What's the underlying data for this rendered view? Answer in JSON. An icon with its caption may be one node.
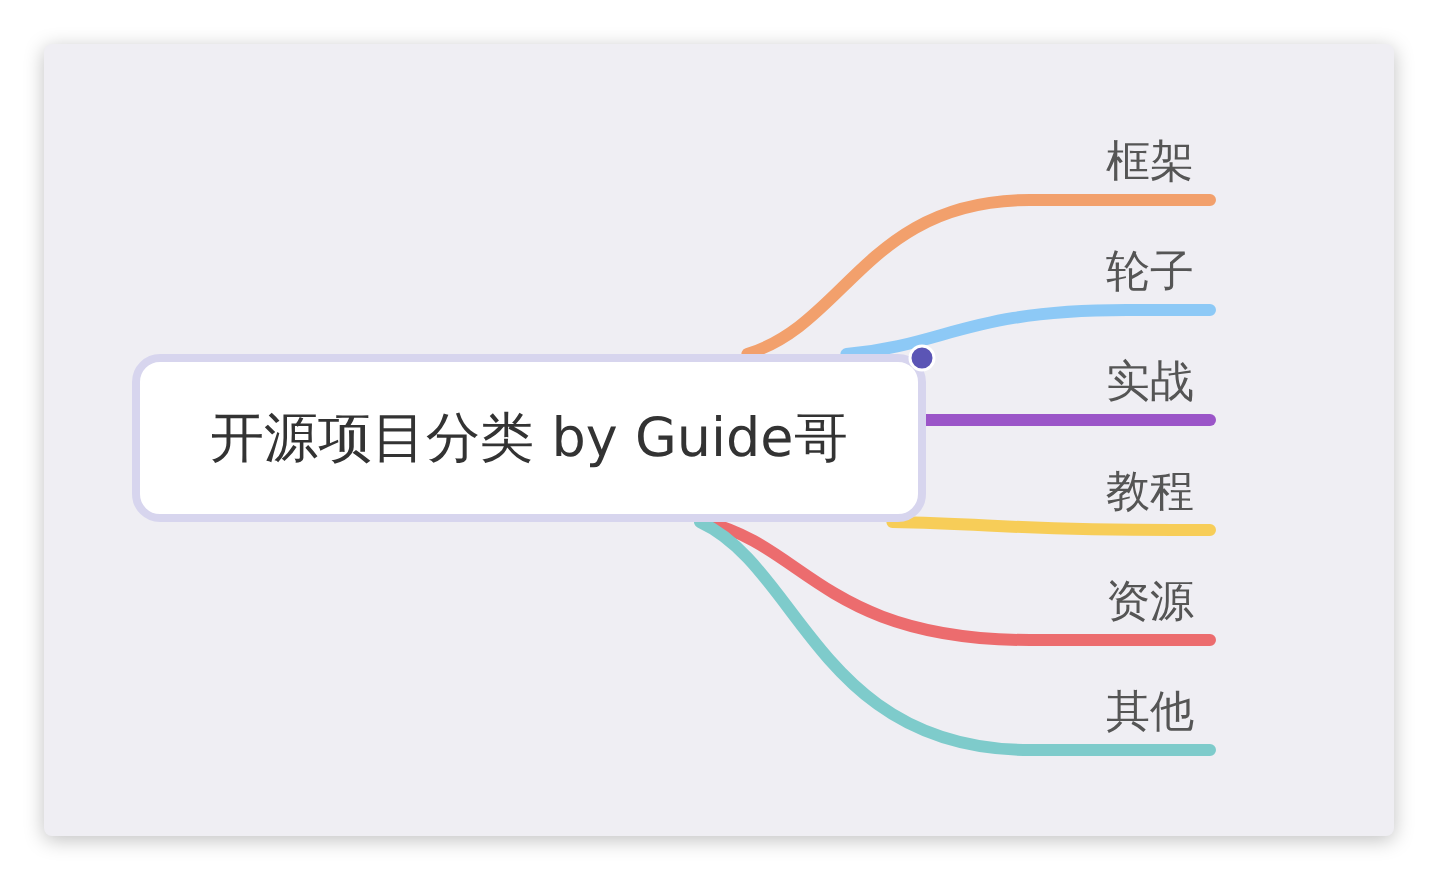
{
  "diagram": {
    "nodes": [
      {
        "text": [
          "开源项目分类 by Guide哥"
        ]
      },
      {
        "text": [
          "框架"
        ]
      },
      {
        "text": [
          "轮子"
        ]
      },
      {
        "text": [
          "实战"
        ]
      },
      {
        "text": [
          "教程"
        ]
      },
      {
        "text": [
          "资源"
        ]
      },
      {
        "text": [
          "其他"
        ]
      }
    ],
    "edges": [
      {
        "from": 0,
        "to": 1,
        "arrow": "none",
        "color": "#f2a06c"
      },
      {
        "from": 0,
        "to": 2,
        "arrow": "none",
        "color": "#8dc9f6"
      },
      {
        "from": 0,
        "to": 3,
        "arrow": "none",
        "color": "#9b55c8"
      },
      {
        "from": 0,
        "to": 4,
        "arrow": "none",
        "color": "#f7cd58"
      },
      {
        "from": 0,
        "to": 5,
        "arrow": "none",
        "color": "#ec6c6e"
      },
      {
        "from": 0,
        "to": 6,
        "arrow": "none",
        "color": "#7ecbcb"
      }
    ]
  }
}
